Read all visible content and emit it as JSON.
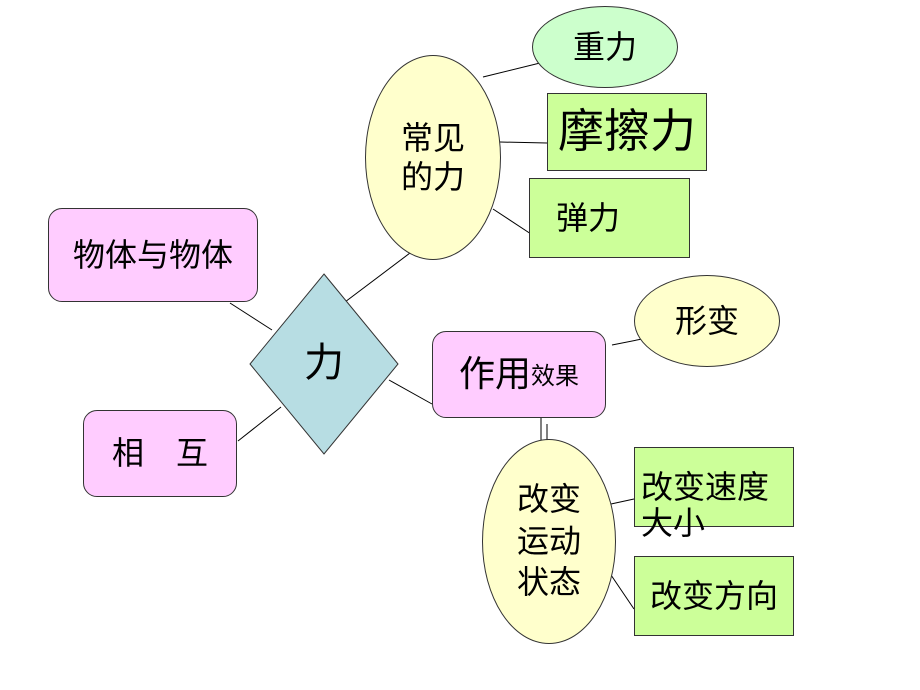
{
  "center": {
    "label": "力"
  },
  "left": {
    "objects": "物体与物体",
    "mutual": "相　互"
  },
  "common_forces": {
    "label": [
      "常见",
      "的力"
    ],
    "items": [
      "重力",
      "摩擦力",
      "弹力"
    ]
  },
  "effect": {
    "label": "作用",
    "label_small": "效果",
    "deformation": "形变",
    "motion_state": [
      "改变",
      "运动",
      "状态"
    ],
    "speed": [
      "改变速度",
      "大小"
    ],
    "direction": "改变方向"
  },
  "colors": {
    "pink": "#ffccff",
    "yellow": "#ffffcc",
    "green": "#ccff99",
    "light_green": "#ccffcc",
    "diamond": "#b7dde3"
  }
}
